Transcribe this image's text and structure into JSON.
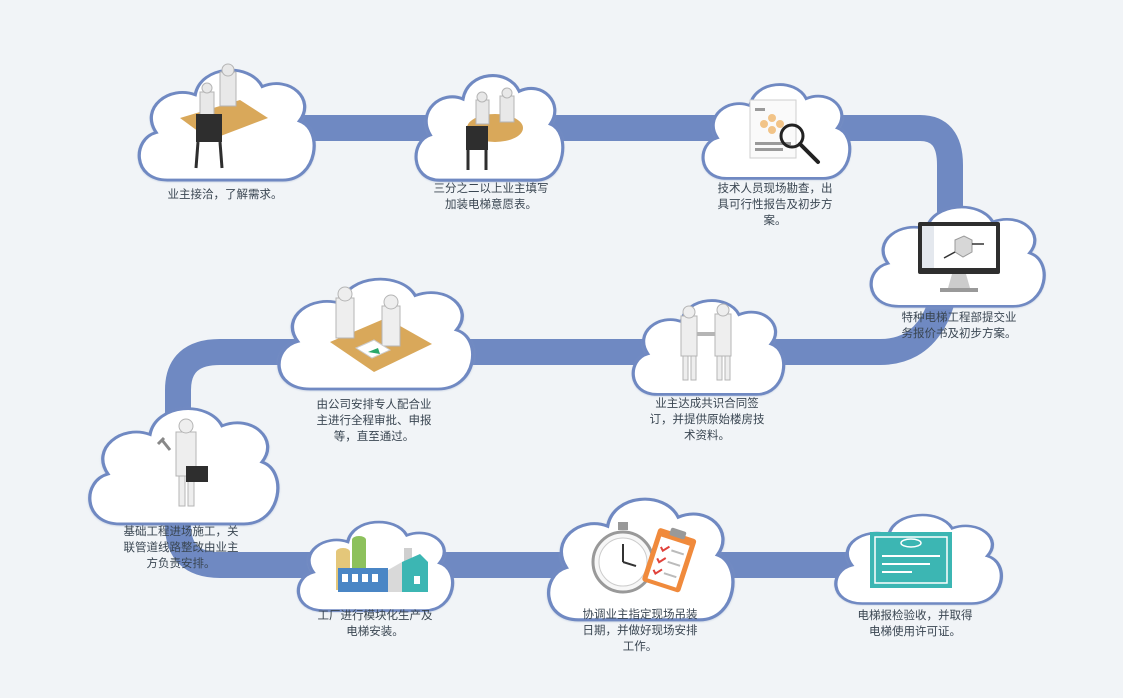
{
  "diagram": {
    "colors": {
      "background": "#f1f4f7",
      "track": "#6f89c2",
      "cloud_fill": "#ffffff",
      "cloud_stroke": "#6f89c2",
      "desk": "#d9a85a",
      "teal": "#3cb6b3"
    },
    "steps": [
      {
        "label": "业主接洽，了解需求。",
        "icon": "meeting-desk-icon"
      },
      {
        "label": "三分之二以上业主填写\n加装电梯意愿表。",
        "icon": "round-table-meeting-icon"
      },
      {
        "label": "技术人员现场勘查，出\n具可行性报告及初步方\n案。",
        "icon": "document-magnifier-icon"
      },
      {
        "label": "特种电梯工程部提交业\n务报价书及初步方案。",
        "icon": "monitor-3d-model-icon"
      },
      {
        "label": "业主达成共识合同签\n订，并提供原始楼房技\n术资料。",
        "icon": "handshake-people-icon"
      },
      {
        "label": "由公司安排专人配合业\n主进行全程审批、申报\n等，直至通过。",
        "icon": "signing-desk-icon"
      },
      {
        "label": "基础工程进场施工，关\n联管道线路整改由业主\n方负责安排。",
        "icon": "worker-toolbox-icon"
      },
      {
        "label": "工厂进行模块化生产及\n电梯安装。",
        "icon": "factory-icon"
      },
      {
        "label": "协调业主指定现场吊装\n日期，并做好现场安排\n工作。",
        "icon": "stopwatch-checklist-icon"
      },
      {
        "label": "电梯报检验收，并取得\n电梯使用许可证。",
        "icon": "certificate-icon"
      }
    ]
  }
}
